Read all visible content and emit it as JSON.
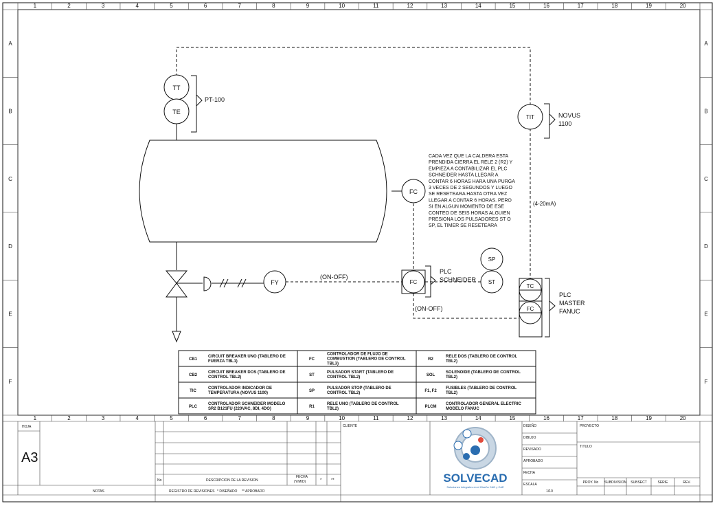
{
  "grid": {
    "columns": [
      "1",
      "2",
      "3",
      "4",
      "5",
      "6",
      "7",
      "8",
      "9",
      "10",
      "11",
      "12",
      "13",
      "14",
      "15",
      "16",
      "17",
      "18",
      "19",
      "20"
    ],
    "rows": [
      "A",
      "B",
      "C",
      "D",
      "E",
      "F"
    ]
  },
  "instruments": {
    "tt": "TT",
    "te": "TE",
    "pt100": "PT-100",
    "tit": "TIT",
    "novus_line1": "NOVUS",
    "novus_line2": "1100",
    "fc_vessel": "FC",
    "fy": "FY",
    "fc_plc": "FC",
    "sp": "SP",
    "st": "ST",
    "tc": "TC",
    "fc_master": "FC",
    "plc_schneider_line1": "PLC",
    "plc_schneider_line2": "SCHNEIDER",
    "plc_master_line1": "PLC",
    "plc_master_line2": "MASTER",
    "plc_master_line3": "FANUC"
  },
  "signals": {
    "on_off_1": "(ON-OFF)",
    "on_off_2": "(ON-OFF)",
    "analog": "(4-20mA)"
  },
  "note": [
    "CADA VEZ QUE LA CALDERA ESTA",
    "PRENDIDA CIERRA EL RELE 2 (R2) Y",
    "EMPIEZA A CONTABILIZAR EL PLC",
    "SCHNEIDER HASTA LLEGAR A",
    "CONTAR 6 HORAS HARA UNA PURGA",
    "3 VECES DE 2 SEGUNDOS Y LUEGO",
    "SE RESETEARA HASTA OTRA VEZ",
    "LLEGAR A CONTAR 6 HORAS. PERO",
    "SI EN ALGUN MOMENTO DE ESE",
    "CONTEO DE SEIS HORAS ALGUIEN",
    "PRESIONA LOS PULSADORES ST O",
    "SP, EL TIMER SE RESETEARA"
  ],
  "legend": [
    [
      {
        "code": "CB1",
        "desc": [
          "CIRCUIT BREAKER UNO (TABLERO DE",
          "FUERZA TBL1)"
        ]
      },
      {
        "code": "FC",
        "desc": [
          "CONTROLADOR DE FLUJO DE",
          "COMBUSTION (TABLERO DE CONTROL",
          "TBL3)"
        ]
      },
      {
        "code": "R2",
        "desc": [
          "RELE DOS (TABLERO DE CONTROL",
          "TBL2)"
        ]
      }
    ],
    [
      {
        "code": "CB2",
        "desc": [
          "CIRCUIT BREAKER DOS (TABLERO DE",
          "CONTROL TBL2)"
        ]
      },
      {
        "code": "ST",
        "desc": [
          "PULSADOR START (TABLERO DE",
          "CONTROL TBL2)"
        ]
      },
      {
        "code": "SOL",
        "desc": [
          "SOLENOIDE (TABLERO DE CONTROL",
          "TBL2)"
        ]
      }
    ],
    [
      {
        "code": "TIC",
        "desc": [
          "CONTROLADOR INDICADOR DE",
          "TEMPERATURA (NOVUS 1100)"
        ]
      },
      {
        "code": "SP",
        "desc": [
          "PULSADOR STOP (TABLERO DE",
          "CONTROL TBL2)"
        ]
      },
      {
        "code": "F1, F2",
        "desc": [
          "FUSIBLES (TABLERO DE CONTROL",
          "TBL2)"
        ]
      }
    ],
    [
      {
        "code": "PLC",
        "desc": [
          "CONTROLADOR SCHNEIDER MODELO",
          "SR2 B121FU (220VAC, 8DI, 4DO)"
        ]
      },
      {
        "code": "R1",
        "desc": [
          "RELE UNO (TABLERO DE CONTROL",
          "TBL2)"
        ]
      },
      {
        "code": "PLCM",
        "desc": [
          "CONTROLADOR GENERAL ELECTRIC",
          "MODELO FANUC"
        ]
      }
    ]
  ],
  "title_block": {
    "hoja_label": "HOJA",
    "hoja_value": "A3",
    "notas": "NOTAS",
    "no": "No",
    "descripcion": "DESCRIPCION DE LA REVISION",
    "fecha_line1": "FECHA",
    "fecha_line2": "(Y/M/D)",
    "star": "*",
    "dstar": "**",
    "registro": "REGISTRO DE REVISIONES",
    "disenado": "* DISEÑADO",
    "aprobado": "** APROBADO",
    "cliente": "CLIENTE",
    "brand": "SOLVECAD",
    "tagline": "Soluciones integrales en el Diseño CAD y CAE",
    "diseno": "DISEÑO",
    "dibujo": "DIBUJO",
    "revisado": "REVISADO",
    "aprobado_field": "APROBADO",
    "fecha": "FECHA",
    "escala": "ESCALA",
    "escala_value": "1/10",
    "proyecto": "PROYECTO",
    "titulo": "TITULO",
    "proy_no": "PROY. No",
    "subdivision": "SUBDIVISION",
    "subsect": "SUBSECT",
    "serie": "SERIE",
    "rev": "REV."
  },
  "colors": {
    "line": "#111111",
    "brand_blue": "#2a6db0",
    "gear": "#9fb4c8"
  }
}
